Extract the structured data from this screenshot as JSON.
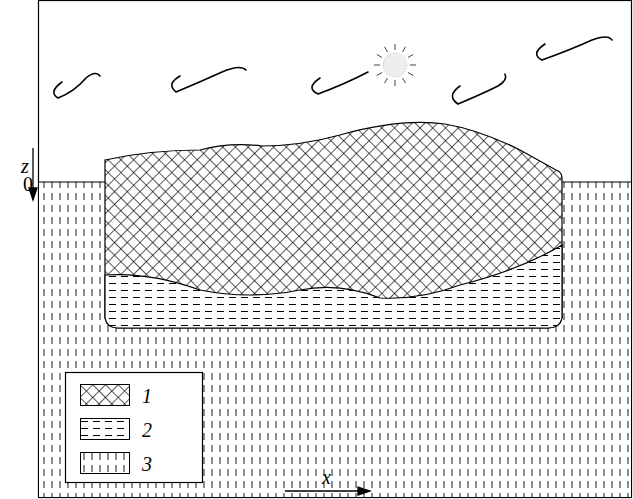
{
  "diagram": {
    "labels": [
      "z",
      "0",
      "x"
    ],
    "legend": [
      {
        "text": "1"
      },
      {
        "text": "2"
      },
      {
        "text": "3"
      }
    ]
  }
}
